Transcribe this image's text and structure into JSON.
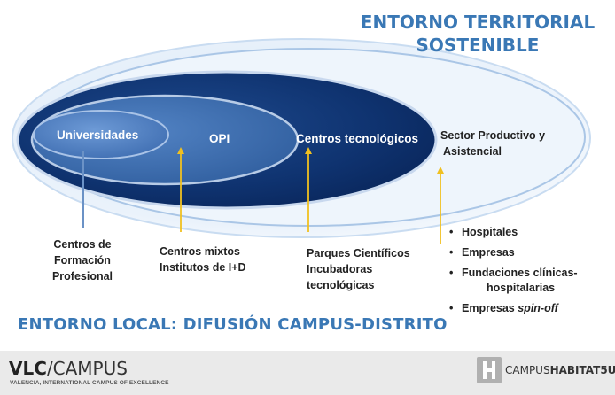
{
  "top_title": {
    "line1": "ENTORNO TERRITORIAL",
    "line2": "SOSTENIBLE"
  },
  "ellipses": {
    "universidades": "Universidades",
    "opi": "OPI",
    "centros_tecnologicos": "Centros tecnológicos",
    "sector_line1": "Sector Productivo y",
    "sector_line2": "Asistencial"
  },
  "labels": {
    "formacion": [
      "Centros de",
      "Formación",
      "Profesional"
    ],
    "mixtos": [
      "Centros mixtos",
      "Institutos de I+D"
    ],
    "parques": [
      "Parques Científicos",
      "Incubadoras",
      "tecnológicas"
    ],
    "sector_items": [
      {
        "text": "Hospitales"
      },
      {
        "text": "Empresas"
      },
      {
        "text": "Fundaciones clínicas-",
        "text2": "hospitalarias"
      },
      {
        "text": "Empresas ",
        "italic": "spin-off"
      }
    ],
    "bullet": "•"
  },
  "bottom_title": "ENTORNO LOCAL: DIFUSIÓN CAMPUS-DISTRITO",
  "footer": {
    "vlc_bold": "VLC",
    "vlc_slash": "/",
    "vlc_rest": "CAMPUS",
    "vlc_sub": "VALENCIA, INTERNATIONAL CAMPUS OF EXCELLENCE",
    "ch_thin": "CAMPUS",
    "ch_bold": "HABITAT5U"
  },
  "colors": {
    "title_blue": "#3a78b5",
    "arrow_yellow": "#f0c020",
    "dark_navy": "#0c2d63",
    "mid_blue": "#2f5f9e"
  }
}
